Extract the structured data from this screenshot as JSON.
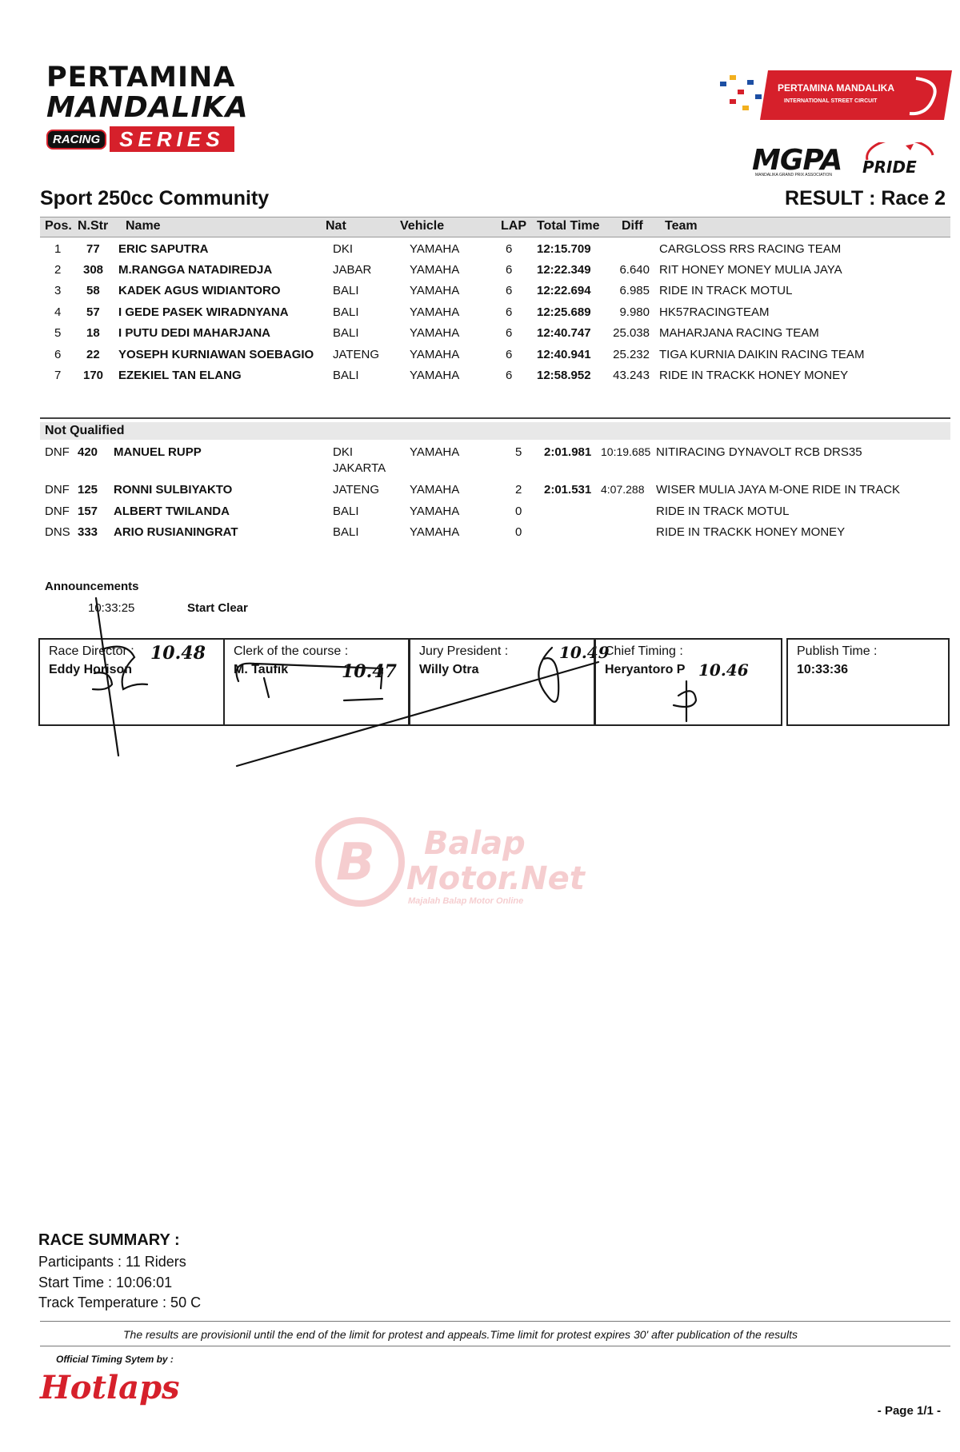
{
  "logos": {
    "left_line1": "PERTAMINA",
    "left_line2": "MANDALIKA",
    "left_racing": "RACING",
    "left_series": "SERIES",
    "right_banner_line1": "PERTAMINA MANDALIKA",
    "right_banner_line2": "INTERNATIONAL STREET CIRCUIT",
    "mgpa": "MGPA",
    "mgpa_sub": "MANDALIKA GRAND PRIX ASSOCIATION",
    "pride": "PRIDE",
    "watermark_line1": "Balap",
    "watermark_line2": "Motor.Net",
    "watermark_tagline": "Majalah Balap Motor Online",
    "hotlaps": "Hotlaps",
    "brand_red": "#d6202b"
  },
  "header": {
    "event_title": "Sport 250cc Community",
    "result_title": "RESULT : Race 2"
  },
  "columns": {
    "pos": "Pos.",
    "nstr": "N.Str",
    "name": "Name",
    "nat": "Nat",
    "vehicle": "Vehicle",
    "lap": "LAP",
    "total_time": "Total Time",
    "diff": "Diff",
    "team": "Team"
  },
  "results": [
    {
      "pos": "1",
      "nstr": "77",
      "name": "ERIC SAPUTRA",
      "nat": "DKI",
      "vehicle": "YAMAHA",
      "lap": "6",
      "time": "12:15.709",
      "diff": "",
      "team": "CARGLOSS RRS RACING TEAM"
    },
    {
      "pos": "2",
      "nstr": "308",
      "name": "M.RANGGA NATADIREDJA",
      "nat": "JABAR",
      "vehicle": "YAMAHA",
      "lap": "6",
      "time": "12:22.349",
      "diff": "6.640",
      "team": "RIT HONEY MONEY MULIA JAYA"
    },
    {
      "pos": "3",
      "nstr": "58",
      "name": "KADEK AGUS WIDIANTORO",
      "nat": "BALI",
      "vehicle": "YAMAHA",
      "lap": "6",
      "time": "12:22.694",
      "diff": "6.985",
      "team": "RIDE IN TRACK MOTUL"
    },
    {
      "pos": "4",
      "nstr": "57",
      "name": "I GEDE PASEK WIRADNYANA",
      "nat": "BALI",
      "vehicle": "YAMAHA",
      "lap": "6",
      "time": "12:25.689",
      "diff": "9.980",
      "team": "HK57RACINGTEAM"
    },
    {
      "pos": "5",
      "nstr": "18",
      "name": "I PUTU DEDI MAHARJANA",
      "nat": "BALI",
      "vehicle": "YAMAHA",
      "lap": "6",
      "time": "12:40.747",
      "diff": "25.038",
      "team": "MAHARJANA RACING TEAM"
    },
    {
      "pos": "6",
      "nstr": "22",
      "name": "YOSEPH KURNIAWAN SOEBAGIO",
      "nat": "JATENG",
      "vehicle": "YAMAHA",
      "lap": "6",
      "time": "12:40.941",
      "diff": "25.232",
      "team": "TIGA KURNIA DAIKIN RACING TEAM"
    },
    {
      "pos": "7",
      "nstr": "170",
      "name": "EZEKIEL TAN ELANG",
      "nat": "BALI",
      "vehicle": "YAMAHA",
      "lap": "6",
      "time": "12:58.952",
      "diff": "43.243",
      "team": "RIDE IN TRACKK HONEY MONEY"
    }
  ],
  "not_qualified_label": "Not Qualified",
  "not_qualified": [
    {
      "status": "DNF",
      "nstr": "420",
      "name": "MANUEL RUPP",
      "nat": "DKI",
      "nat2": "JAKARTA",
      "vehicle": "YAMAHA",
      "lap": "5",
      "best": "2:01.981",
      "diff": "10:19.685",
      "team": "NITIRACING DYNAVOLT RCB DRS35"
    },
    {
      "status": "DNF",
      "nstr": "125",
      "name": "RONNI SULBIYAKTO",
      "nat": "JATENG",
      "nat2": "",
      "vehicle": "YAMAHA",
      "lap": "2",
      "best": "2:01.531",
      "diff": "4:07.288",
      "team": "WISER MULIA JAYA M-ONE RIDE IN TRACK"
    },
    {
      "status": "DNF",
      "nstr": "157",
      "name": "ALBERT TWILANDA",
      "nat": "BALI",
      "nat2": "",
      "vehicle": "YAMAHA",
      "lap": "0",
      "best": "",
      "diff": "",
      "team": "RIDE IN TRACK MOTUL"
    },
    {
      "status": "DNS",
      "nstr": "333",
      "name": "ARIO RUSIANINGRAT",
      "nat": "BALI",
      "nat2": "",
      "vehicle": "YAMAHA",
      "lap": "0",
      "best": "",
      "diff": "",
      "team": "RIDE IN TRACKK HONEY MONEY"
    }
  ],
  "announcements": {
    "title": "Announcements",
    "time": "10:33:25",
    "message": "Start Clear"
  },
  "signatures": [
    {
      "label": "Race Director :",
      "name": "Eddy Horison",
      "note": "10.48"
    },
    {
      "label": "Clerk of the course :",
      "name": "M. Taufik",
      "note": "10.47"
    },
    {
      "label": "Jury President :",
      "name": "Willy Otra",
      "note": "10.49"
    },
    {
      "label": "Chief Timing :",
      "name": "Heryantoro P",
      "note": "10.46"
    }
  ],
  "publish": {
    "label": "Publish Time :",
    "time": "10:33:36"
  },
  "summary": {
    "title": "RACE SUMMARY :",
    "participants": "Participants : 11 Riders",
    "start_time": "Start Time : 10:06:01",
    "track_temp": "Track Temperature : 50 C"
  },
  "footer": {
    "disclaimer": "The results are provisionil until the end of the limit for protest and appeals.Time limit for protest expires 30' after publication of the results",
    "timing_by": "Official Timing Sytem by :",
    "page": "- Page 1/1 -"
  }
}
